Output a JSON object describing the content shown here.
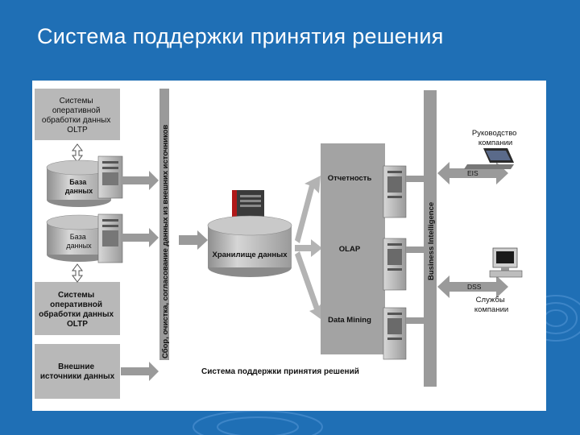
{
  "title": "Система поддержки принятия решения",
  "left_boxes": {
    "oltp_top": [
      "Системы",
      "оперативной",
      "обработки данных",
      "OLTP"
    ],
    "oltp_bottom": [
      "Системы",
      "оперативной",
      "обработки данных",
      "OLTP"
    ],
    "external": [
      "Внешние",
      "источники данных"
    ]
  },
  "databases": {
    "db1": [
      "База",
      "данных"
    ],
    "db2": [
      "База",
      "данных"
    ]
  },
  "etl_label": "Сбор, очистка, согласование данных из внешних источников",
  "warehouse_label": "Хранилище данных",
  "functions": {
    "reporting": "Отчетность",
    "olap": "OLAP",
    "mining": "Data Mining"
  },
  "bi_label": "Business Intelligence",
  "right": {
    "management": [
      "Руководство",
      "компании"
    ],
    "services": [
      "Службы",
      "компании"
    ],
    "eis": "EIS",
    "dss": "DSS"
  },
  "footer": "Система поддержки принятия решений",
  "colors": {
    "background": "#1f6fb5",
    "panel": "#ffffff",
    "box_gray": "#b8b8b8",
    "arrow_gray": "#9a9a9a",
    "dark_gray": "#6e6e6e"
  }
}
